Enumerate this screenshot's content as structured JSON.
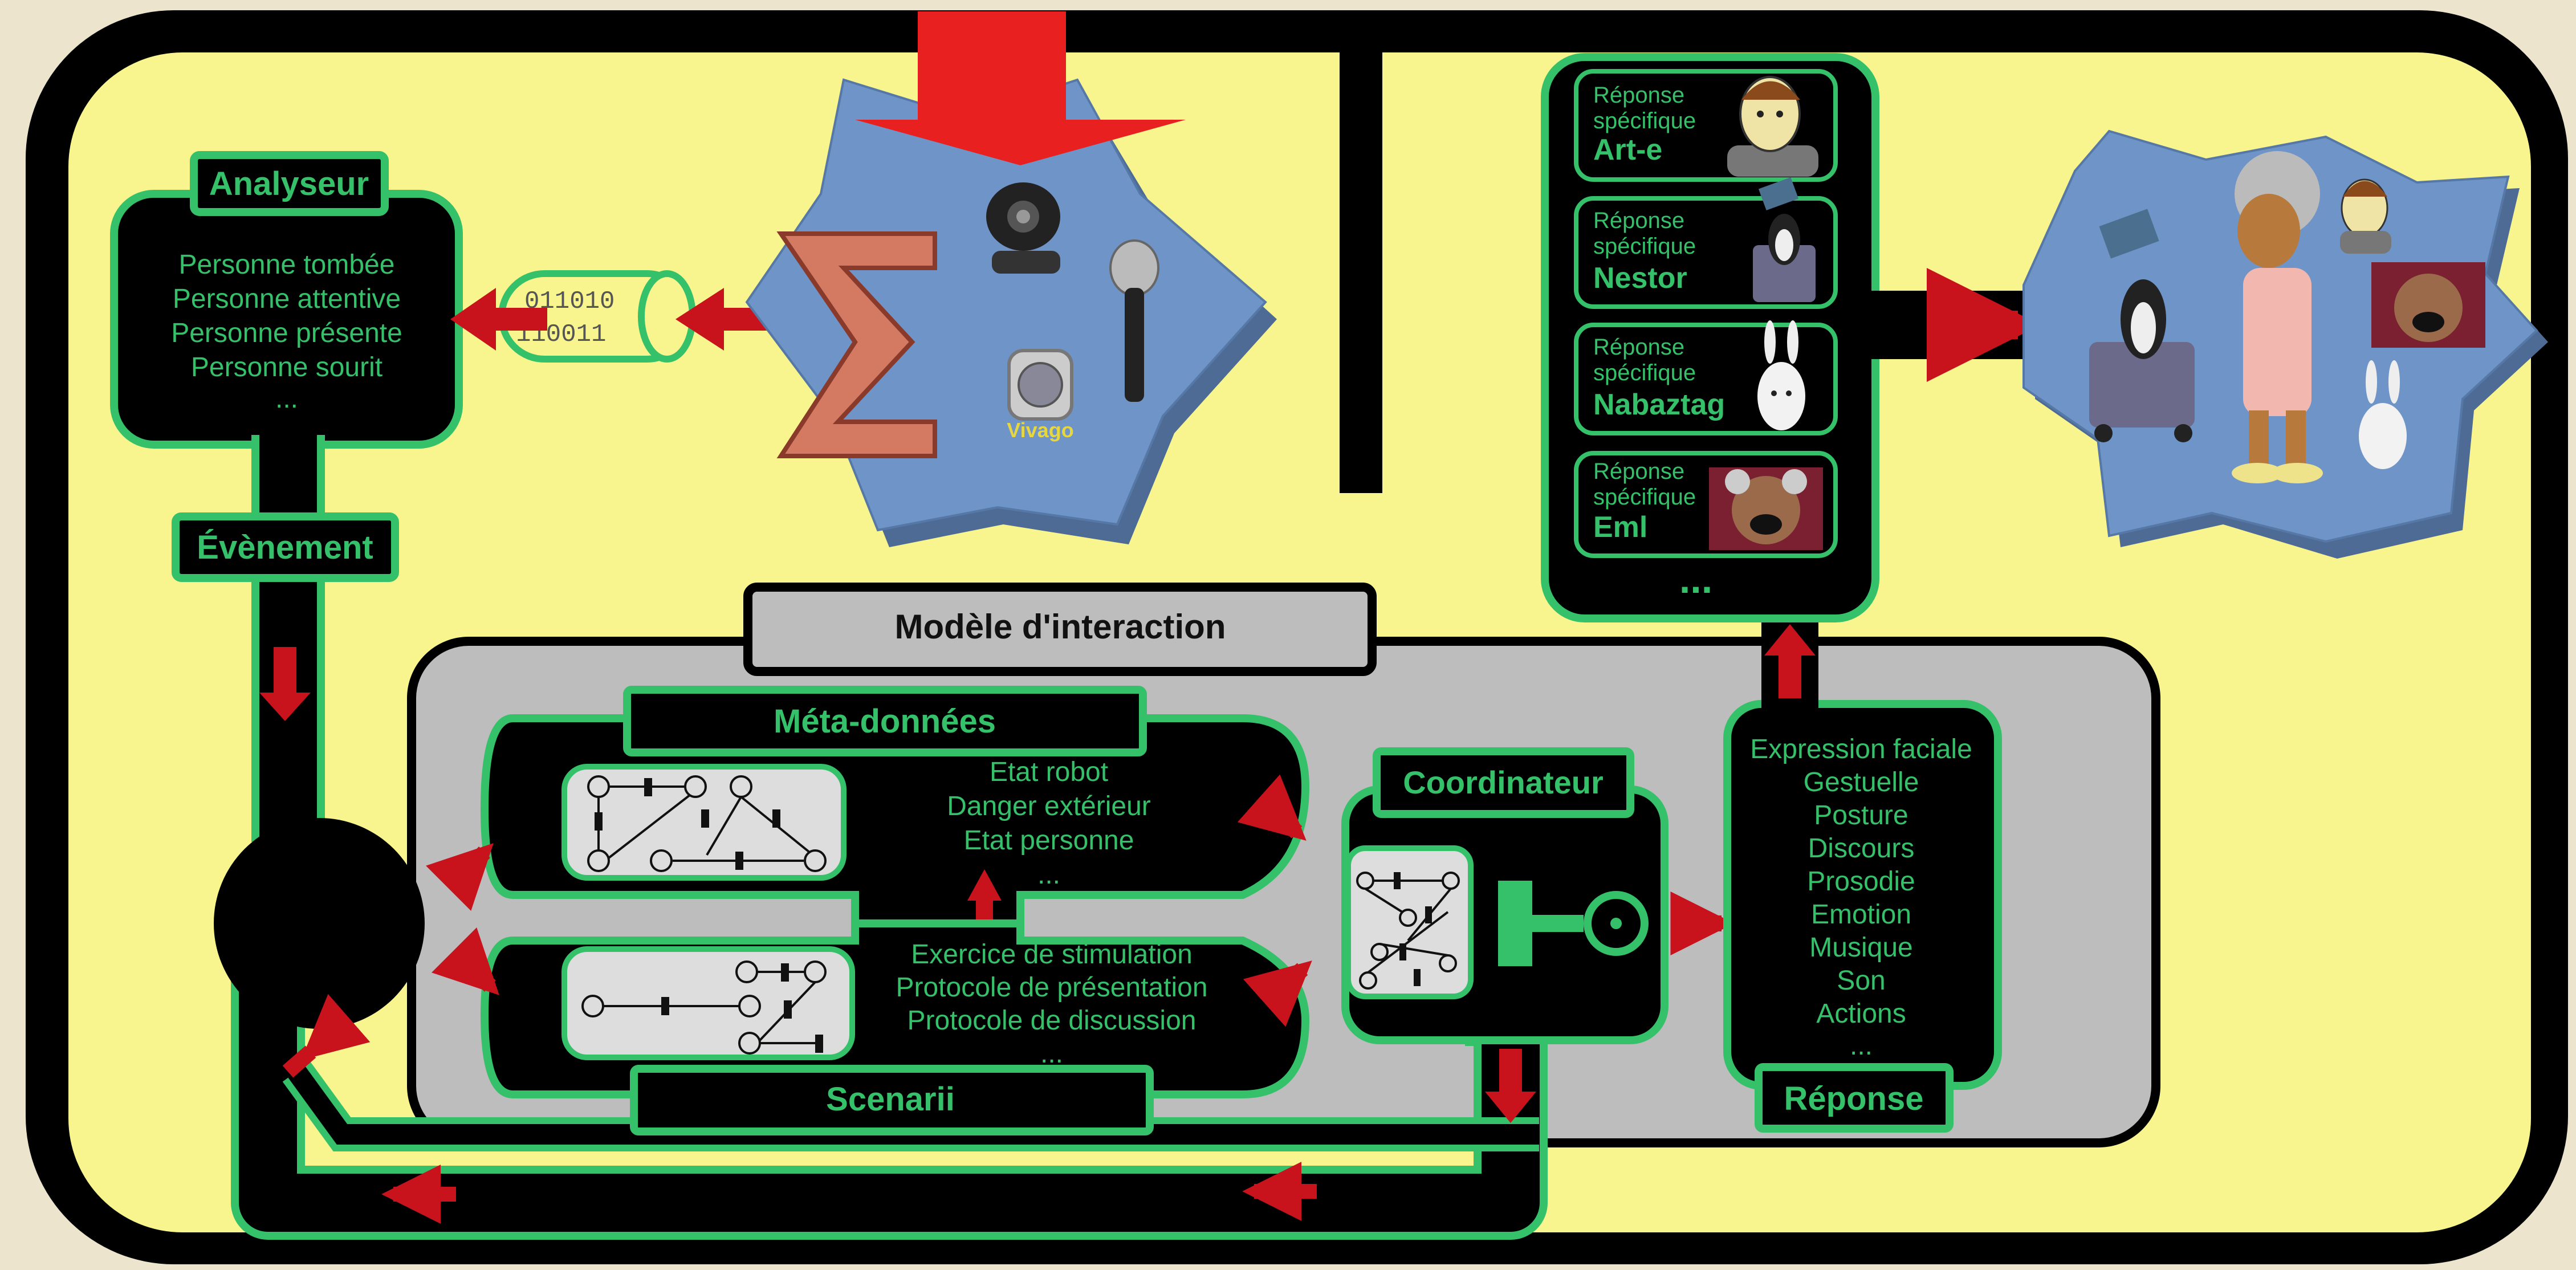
{
  "colors": {
    "background": "#ece4cc",
    "panel_yellow": "#f8f58e",
    "frame_black": "#000000",
    "accent_green": "#35c06a",
    "model_grey": "#bdbdbd",
    "arrow_red": "#c8121c",
    "star_blue": "#6f94c7"
  },
  "analyseur": {
    "title": "Analyseur",
    "items": [
      "Personne tombée",
      "Personne attentive",
      "Personne présente",
      "Personne sourit",
      "..."
    ]
  },
  "binary": {
    "line1": "011010",
    "line2": "110011"
  },
  "sensors": {
    "vivago_label": "Vivago"
  },
  "evenement": {
    "label": "Évènement"
  },
  "model": {
    "title": "Modèle d'interaction"
  },
  "meta": {
    "title": "Méta-données",
    "items": [
      "Etat robot",
      "Danger extérieur",
      "Etat personne",
      "..."
    ]
  },
  "scenarii": {
    "title": "Scenarii",
    "items": [
      "Exercice de stimulation",
      "Protocole de présentation",
      "Protocole de discussion",
      "..."
    ]
  },
  "coordinateur": {
    "title": "Coordinateur"
  },
  "reponse": {
    "title": "Réponse",
    "items": [
      "Expression faciale",
      "Gestuelle",
      "Posture",
      "Discours",
      "Prosodie",
      "Emotion",
      "Musique",
      "Son",
      "Actions",
      "..."
    ]
  },
  "specific": {
    "cards": [
      {
        "prefix1": "Réponse",
        "prefix2": "spécifique",
        "name": "Art-e",
        "icon": "face-avatar-icon"
      },
      {
        "prefix1": "Réponse",
        "prefix2": "spécifique",
        "name": "Nestor",
        "icon": "robot-penguin-icon"
      },
      {
        "prefix1": "Réponse",
        "prefix2": "spécifique",
        "name": "Nabaztag",
        "icon": "rabbit-icon"
      },
      {
        "prefix1": "Réponse",
        "prefix2": "spécifique",
        "name": "Eml",
        "icon": "teddy-bear-icon"
      }
    ],
    "more": "..."
  }
}
